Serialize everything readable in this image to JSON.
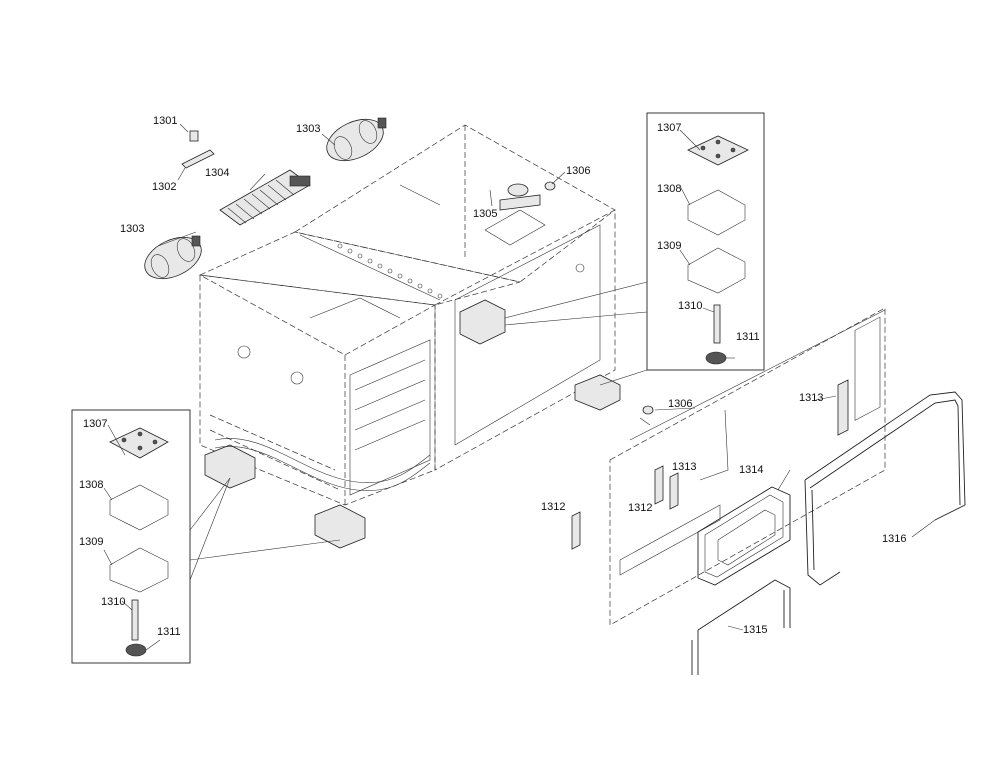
{
  "labels": {
    "p1301": "1301",
    "p1302": "1302",
    "p1303_top": "1303",
    "p1303_left": "1303",
    "p1304": "1304",
    "p1305": "1305",
    "p1306_top": "1306",
    "p1306_mid": "1306",
    "inset_right": {
      "p1307": "1307",
      "p1308": "1308",
      "p1309": "1309",
      "p1310": "1310",
      "p1311": "1311"
    },
    "inset_left": {
      "p1307": "1307",
      "p1308": "1308",
      "p1309": "1309",
      "p1310": "1310",
      "p1311": "1311"
    },
    "p1312_a": "1312",
    "p1312_b": "1312",
    "p1313_a": "1313",
    "p1313_b": "1313",
    "p1314": "1314",
    "p1315": "1315",
    "p1316": "1316"
  }
}
